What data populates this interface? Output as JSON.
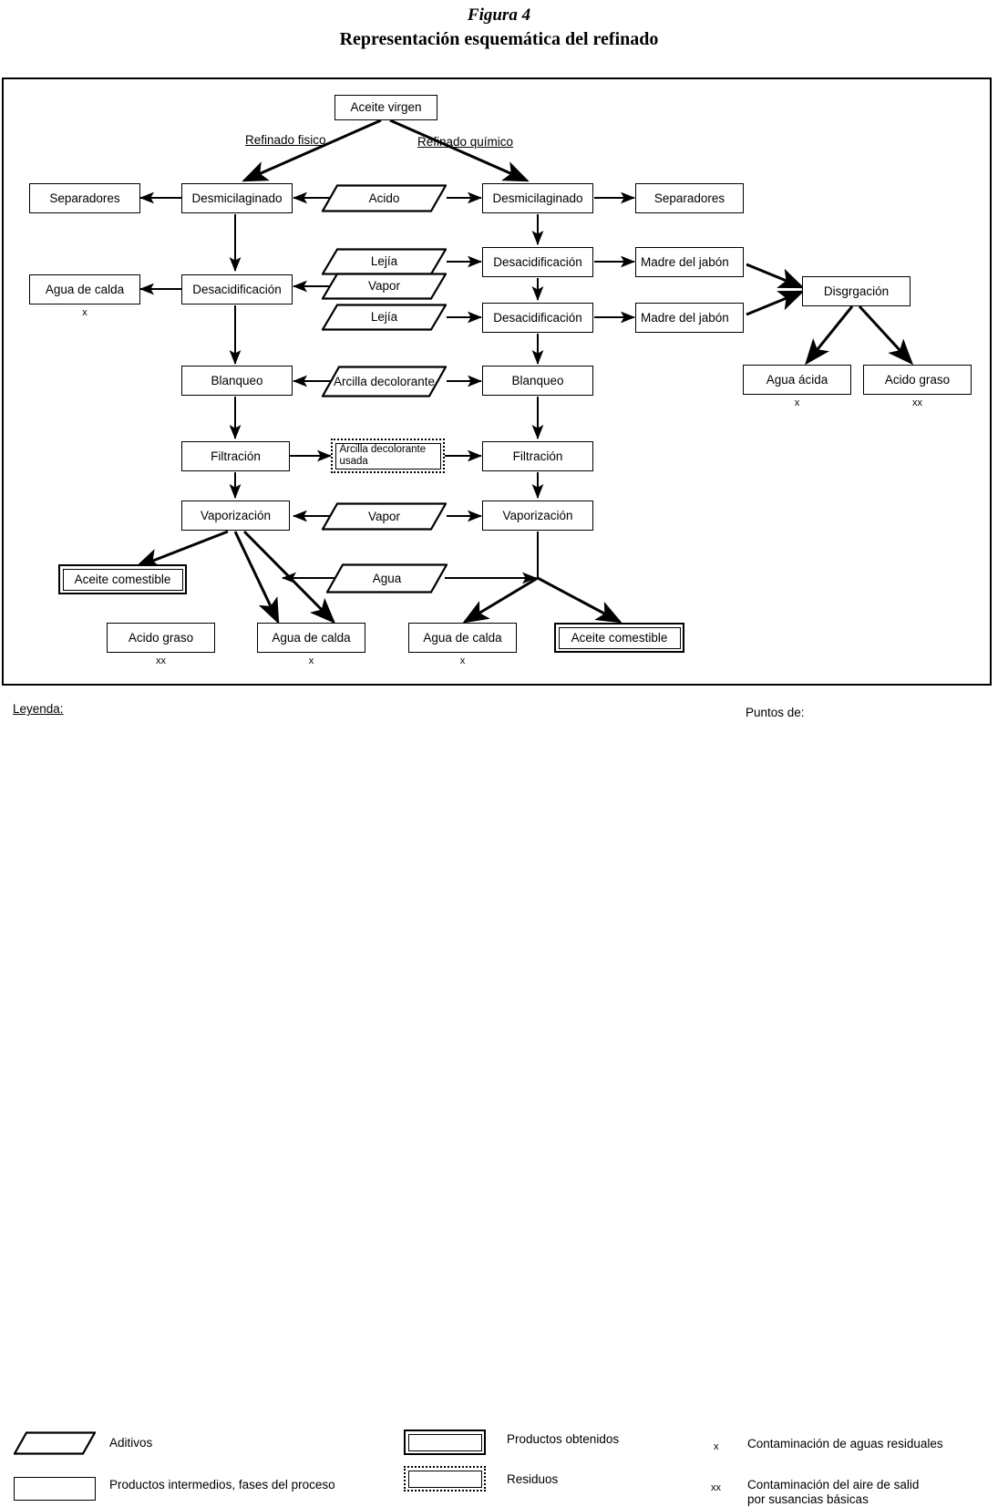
{
  "title": {
    "figura": "Figura 4",
    "main": "Representación esquemática del refinado"
  },
  "edge_labels": {
    "fisico": "Refinado fisico",
    "quimico": "Refinado químico"
  },
  "nodes": {
    "aceite_virgen": "Aceite virgen",
    "separadores_l": "Separadores",
    "desmicilaginado_l": "Desmicilaginado",
    "acido": "Acido",
    "desmicilaginado_r": "Desmicilaginado",
    "separadores_r": "Separadores",
    "agua_de_calda_l": "Agua de calda",
    "desacidificacion_l": "Desacidificación",
    "lejia_1": "Lejía",
    "vapor_1": "Vapor",
    "lejia_2": "Lejía",
    "desacidificacion_r1": "Desacidificación",
    "desacidificacion_r2": "Desacidificación",
    "madre_jabon_1": "Madre del jabón",
    "madre_jabon_2": "Madre del jabón",
    "disgrgacion": "Disgrgación",
    "agua_acida": "Agua ácida",
    "acido_graso_r": "Acido graso",
    "blanqueo_l": "Blanqueo",
    "arcilla_decolorante": "Arcilla decolorante",
    "blanqueo_r": "Blanqueo",
    "filtracion_l": "Filtración",
    "arcilla_usada": "Arcilla decolorante usada",
    "filtracion_r": "Filtración",
    "vaporizacion_l": "Vaporización",
    "vapor_2": "Vapor",
    "vaporizacion_r": "Vaporización",
    "aceite_comestible_l": "Aceite comestible",
    "agua": "Agua",
    "acido_graso_b": "Acido graso",
    "agua_de_calda_b1": "Agua de calda",
    "agua_de_calda_b2": "Agua de calda",
    "aceite_comestible_r": "Aceite comestible"
  },
  "markers": {
    "x": "x",
    "xx": "xx"
  },
  "legend": {
    "title": "Leyenda:",
    "aditivos": "Aditivos",
    "intermedios": "Productos intermedios, fases del proceso",
    "obtenidos": "Productos obtenidos",
    "residuos": "Residuos",
    "puntos_title": "Puntos de:",
    "x_symbol": "x",
    "x_text": "Contaminación de aguas residuales",
    "xx_symbol": "xx",
    "xx_text_line1": "Contaminación del aire de salid",
    "xx_text_line2": "por susancias básicas"
  }
}
